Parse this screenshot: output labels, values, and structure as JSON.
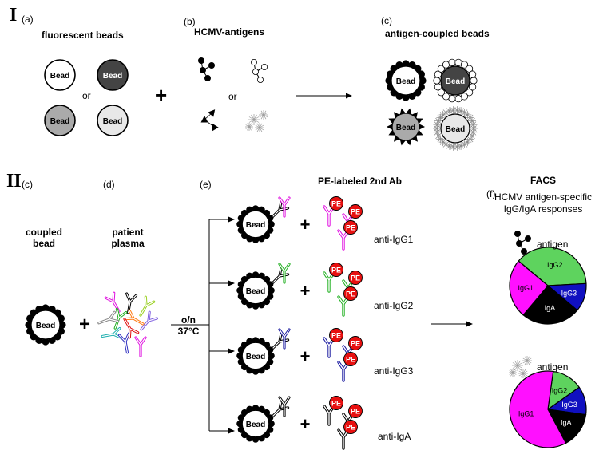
{
  "section_I": {
    "label": "I",
    "a": {
      "letter": "(a)",
      "title": "fluorescent beads",
      "or": "or"
    },
    "b": {
      "letter": "(b)",
      "title": "HCMV-antigens",
      "or": "or"
    },
    "c": {
      "letter": "(c)",
      "title": "antigen-coupled beads"
    },
    "plus": "+"
  },
  "bead_label": "Bead",
  "section_II": {
    "label": "II",
    "c": {
      "letter": "(c)",
      "title_line1": "coupled",
      "title_line2": "bead"
    },
    "d": {
      "letter": "(d)",
      "title_line1": "patient",
      "title_line2": "plasma"
    },
    "e": {
      "letter": "(e)",
      "incubation_line1": "o/n",
      "incubation_line2": "37°C"
    },
    "secondary_title": "PE-labeled 2nd Ab",
    "pe_label": "PE",
    "plus": "+",
    "rows": [
      {
        "label": "anti-IgG1",
        "color": "#e010e0"
      },
      {
        "label": "anti-IgG2",
        "color": "#22b022"
      },
      {
        "label": "anti-IgG3",
        "color": "#1a1aa0"
      },
      {
        "label": "anti-IgA",
        "color": "#000000"
      }
    ],
    "f": {
      "letter": "(f)",
      "title": "FACS",
      "subtitle_line1": "HCMV antigen-specific",
      "subtitle_line2": "IgG/IgA responses",
      "antigen_label": "antigen"
    }
  },
  "colors": {
    "pe_red": "#e81010",
    "bead_dark": "#444444",
    "bead_mid": "#aaaaaa",
    "bead_light": "#e8e8e8"
  },
  "chart_data": [
    {
      "type": "pie",
      "slices": [
        {
          "name": "IgG2",
          "value": 38,
          "color": "#5ed35e"
        },
        {
          "name": "IgG3",
          "value": 12,
          "color": "#1010c0"
        },
        {
          "name": "IgA",
          "value": 25,
          "color": "#000000"
        },
        {
          "name": "IgG1",
          "value": 25,
          "color": "#ff10ff"
        }
      ]
    },
    {
      "type": "pie",
      "slices": [
        {
          "name": "IgG2",
          "value": 13,
          "color": "#5ed35e"
        },
        {
          "name": "IgG3",
          "value": 12,
          "color": "#1010c0"
        },
        {
          "name": "IgA",
          "value": 15,
          "color": "#000000"
        },
        {
          "name": "IgG1",
          "value": 60,
          "color": "#ff10ff"
        }
      ]
    }
  ]
}
